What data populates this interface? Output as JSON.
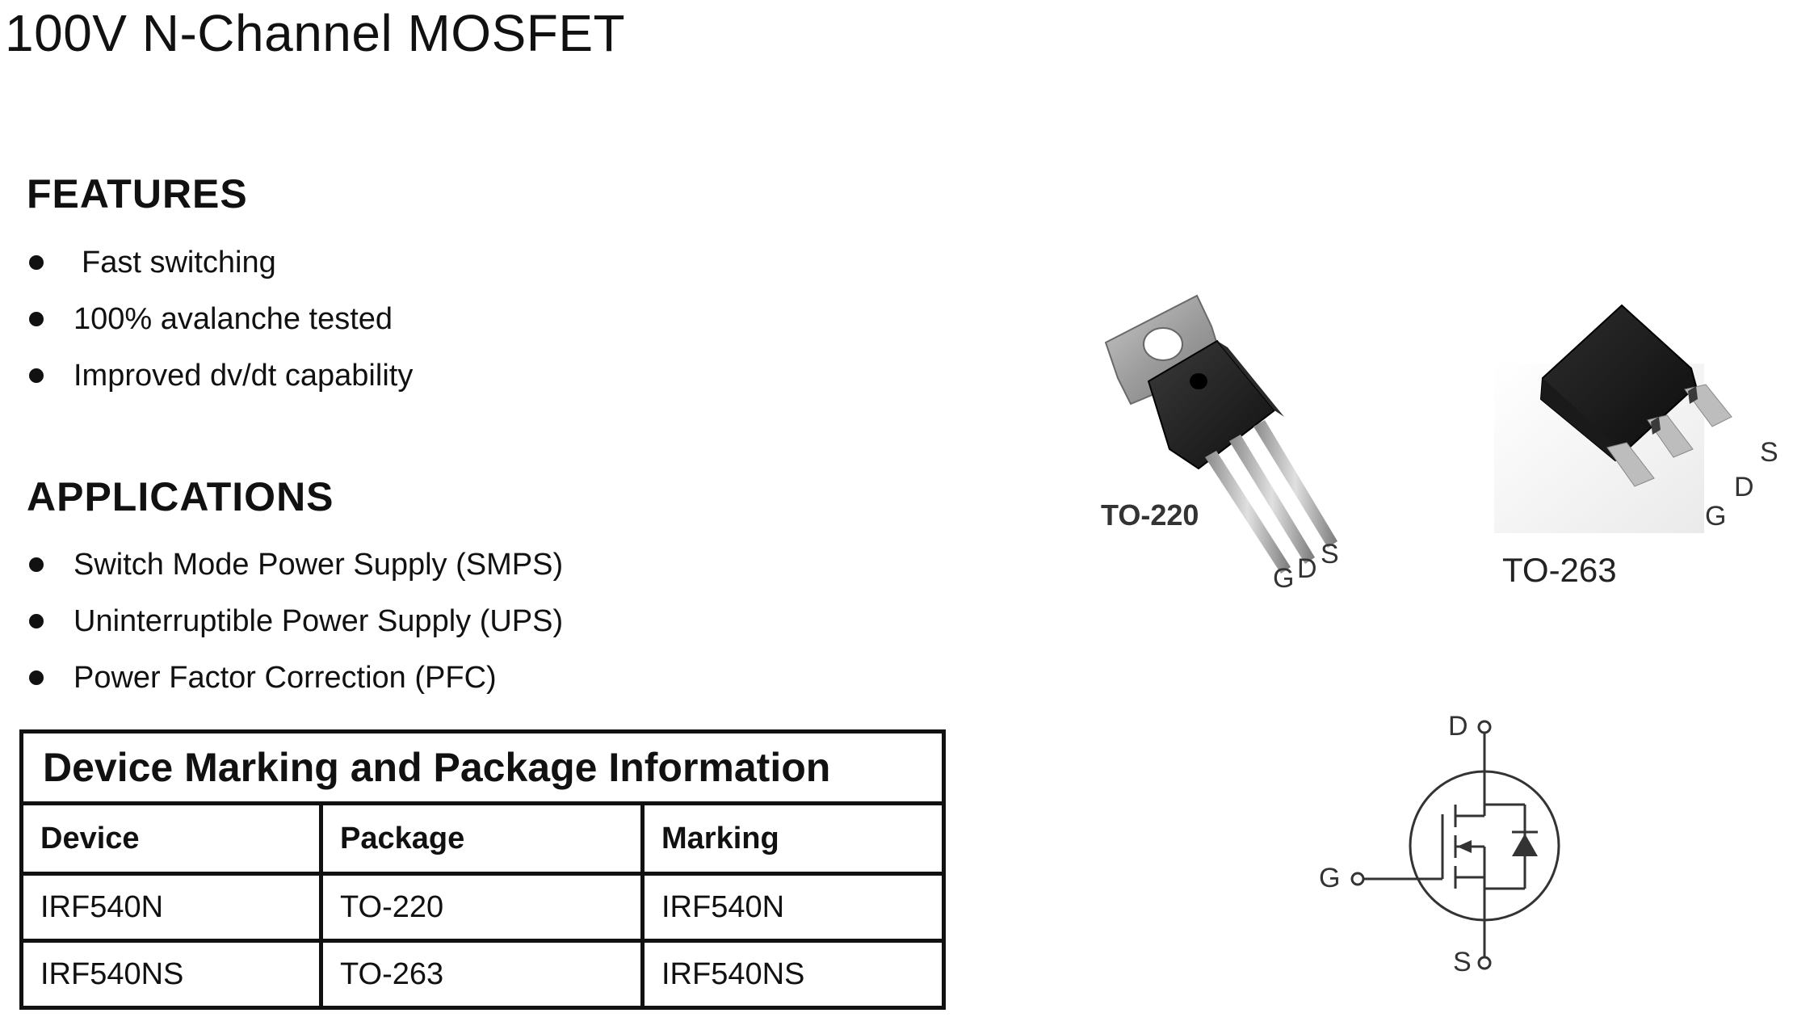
{
  "title": "100V N-Channel MOSFET",
  "features": {
    "heading": "FEATURES",
    "items": [
      "Fast switching",
      "100% avalanche tested",
      "Improved dv/dt capability"
    ]
  },
  "applications": {
    "heading": "APPLICATIONS",
    "items": [
      "Switch Mode Power Supply (SMPS)",
      "Uninterruptible Power Supply (UPS)",
      "Power Factor Correction (PFC)"
    ]
  },
  "package_table": {
    "caption": "Device Marking and Package Information",
    "headers": [
      "Device",
      "Package",
      "Marking"
    ],
    "rows": [
      [
        "IRF540N",
        "TO-220",
        "IRF540N"
      ],
      [
        "IRF540NS",
        "TO-263",
        "IRF540NS"
      ]
    ]
  },
  "packages": {
    "to220": {
      "label": "TO-220",
      "pins": [
        "G",
        "D",
        "S"
      ]
    },
    "to263": {
      "label": "TO-263",
      "pins": [
        "G",
        "D",
        "S"
      ]
    }
  },
  "schematic": {
    "drain": "D",
    "gate": "G",
    "source": "S"
  }
}
